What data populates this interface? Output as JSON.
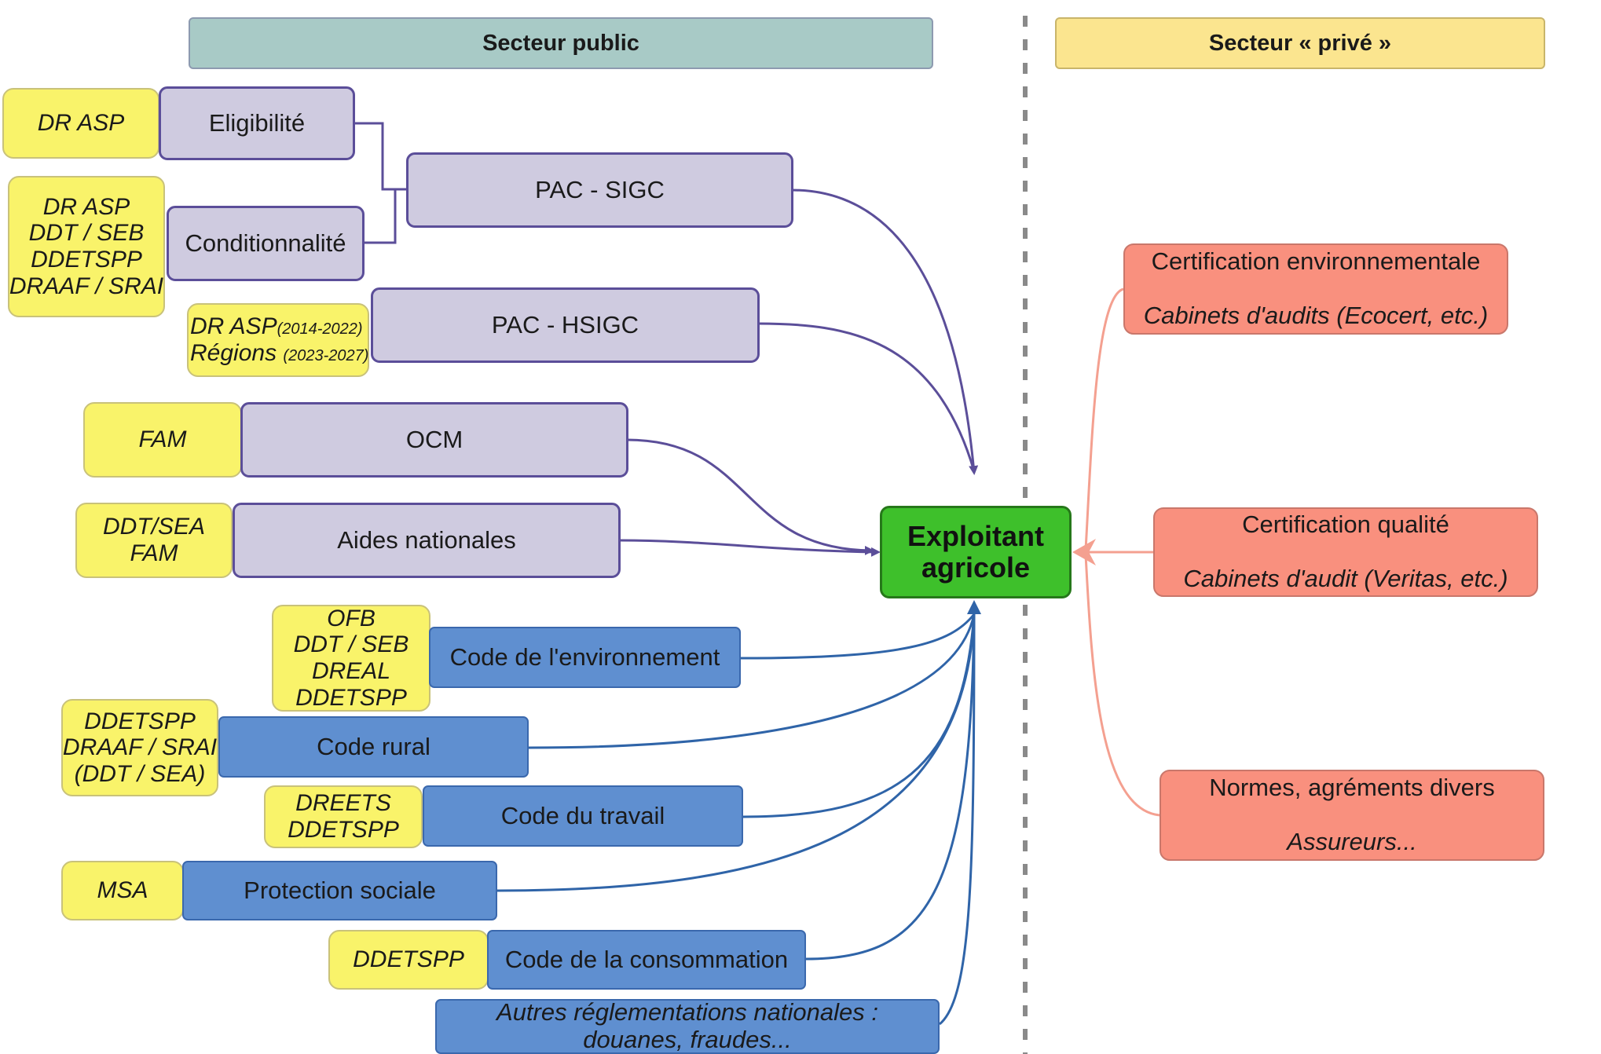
{
  "headers": {
    "public": "Secteur public",
    "private": "Secteur « privé »"
  },
  "center": {
    "line1": "Exploitant",
    "line2": "agricole"
  },
  "purple_boxes": {
    "eligibilite": "Eligibilité",
    "conditionnalite": "Conditionnalité",
    "pac_sigc": "PAC - SIGC",
    "pac_hsigc": "PAC - HSIGC",
    "ocm": "OCM",
    "aides": "Aides nationales"
  },
  "blue_boxes": {
    "environnement": "Code de l'environnement",
    "rural": "Code rural",
    "travail": "Code du travail",
    "protection": "Protection sociale",
    "consommation": "Code de la consommation",
    "autres_line1": "Autres réglementations nationales :",
    "autres_line2": "douanes, fraudes..."
  },
  "yellow_boxes": {
    "eligibilite": [
      "DR ASP"
    ],
    "conditionnalite": [
      "DR ASP",
      "DDT / SEB",
      "DDETSPP",
      "DRAAF / SRAI"
    ],
    "hsigc": {
      "line1_main": "DR ASP",
      "line1_small": "(2014-2022)",
      "line2_main": "Régions",
      "line2_small": "(2023-2027)"
    },
    "ocm": [
      "FAM"
    ],
    "aides": [
      "DDT/SEA",
      "FAM"
    ],
    "environnement": [
      "OFB",
      "DDT / SEB",
      "DREAL",
      "DDETSPP"
    ],
    "rural": [
      "DDETSPP",
      "DRAAF / SRAI",
      "(DDT / SEA)"
    ],
    "travail": [
      "DREETS",
      "DDETSPP"
    ],
    "protection": [
      "MSA"
    ],
    "consommation": [
      "DDETSPP"
    ]
  },
  "salmon_boxes": {
    "env": {
      "line1": "Certification environnementale",
      "line2": "Cabinets d'audits (Ecocert, etc.)"
    },
    "qualite": {
      "line1": "Certification qualité",
      "line2": "Cabinets d'audit (Veritas, etc.)"
    },
    "normes": {
      "line1": "Normes, agréments divers",
      "line2": "Assureurs..."
    }
  },
  "colors": {
    "purple_line": "#5b4e99",
    "blue_line": "#2f64a8",
    "salmon_line": "#f4a090",
    "divider": "#8a8a8a"
  },
  "footnote": ""
}
